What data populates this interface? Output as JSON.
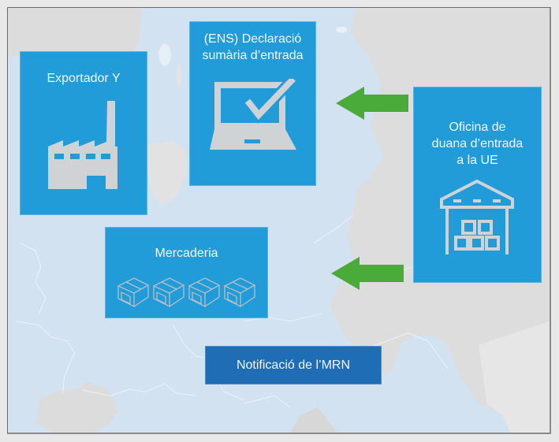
{
  "diagram": {
    "boxes": {
      "exporter": {
        "title": "Exportador Y",
        "icon": "factory-icon"
      },
      "ens": {
        "title_line1": "(ENS) Declaració",
        "title_line2": "sumària d’entrada",
        "icon": "laptop-check-icon"
      },
      "customs_office": {
        "title_line1": "Oficina de",
        "title_line2": "duana d’entrada",
        "title_line3": "a la UE",
        "icon": "warehouse-icon"
      },
      "goods": {
        "title": "Mercaderia",
        "icon": "boxes-icon",
        "box_count": 4
      }
    },
    "arrows": [
      {
        "from": "customs_office",
        "to": "ens",
        "direction": "left",
        "color": "#4aab3a"
      },
      {
        "from": "customs_office",
        "to": "goods",
        "direction": "left",
        "color": "#4aab3a"
      }
    ],
    "notification": {
      "label": "Notificació de l’MRN"
    }
  },
  "colors": {
    "box_fill": "#229cd9",
    "notification_fill": "#1f6db5",
    "arrow": "#4aab3a",
    "icon": "#cfd3d6",
    "sea": "#d3e2f1",
    "land": "#dddddd"
  }
}
